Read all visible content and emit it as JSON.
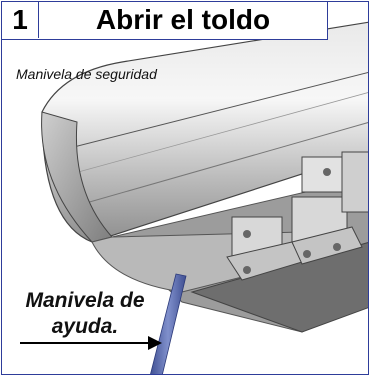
{
  "step": {
    "number": "1",
    "title": "Abrir el toldo"
  },
  "labels": {
    "safety_crank": "Manivela de seguridad",
    "help_crank_line1": "Manivela de",
    "help_crank_line2": "ayuda."
  },
  "colors": {
    "border": "#2e3d9a",
    "crank_rod": "#5a6aa8"
  }
}
